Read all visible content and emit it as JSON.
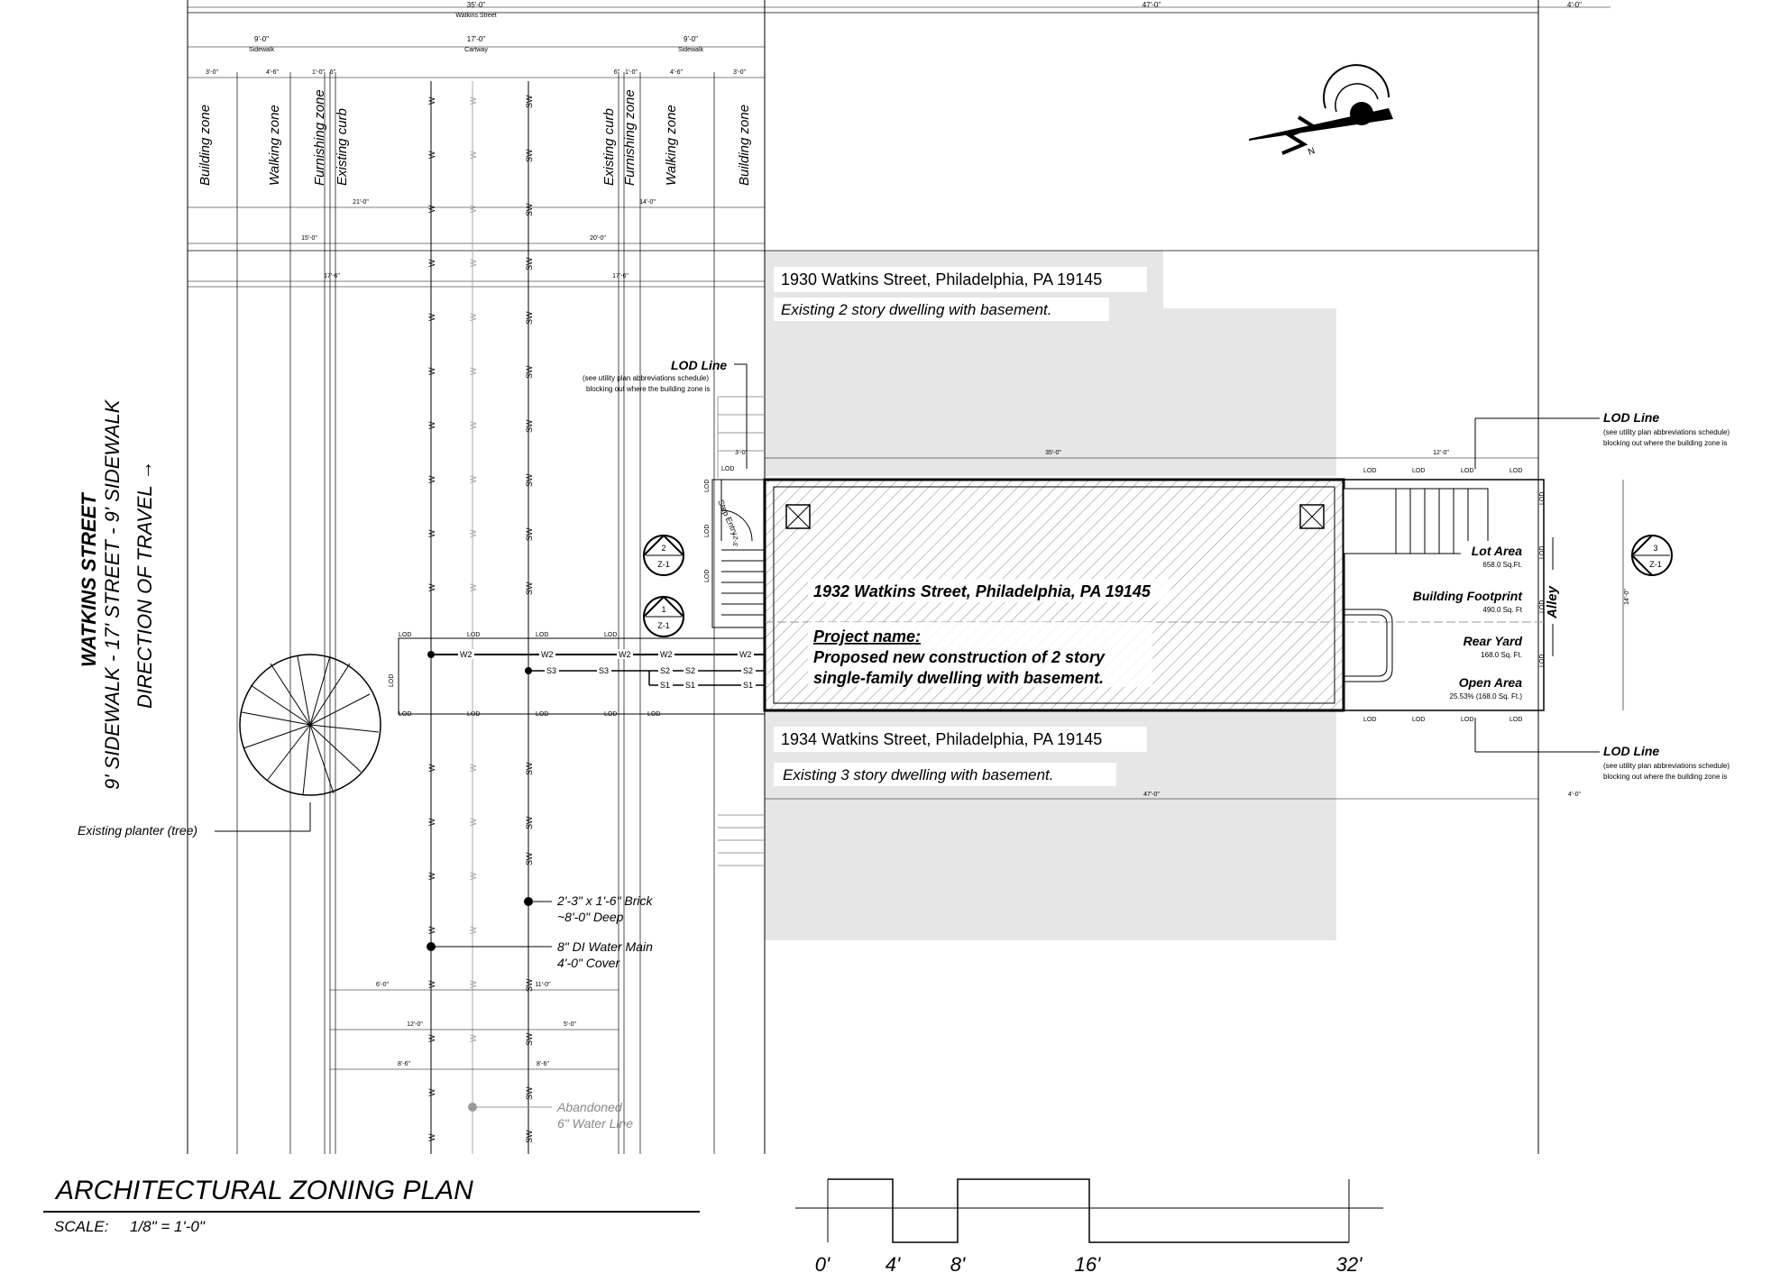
{
  "title": "ARCHITECTURAL ZONING PLAN",
  "scale_label": "SCALE:",
  "scale_value": "1/8\" = 1'-0\"",
  "scale_bar": [
    "0'",
    "4'",
    "8'",
    "16'",
    "32'"
  ],
  "street": {
    "name": "WATKINS STREET",
    "widths": "9' SIDEWALK - 17' STREET - 9' SIDEWALK",
    "direction": "DIRECTION OF TRAVEL →"
  },
  "top_dims": {
    "overall": "35'-0\"",
    "overall_label": "Watkins Street",
    "lot": "47'-0\"",
    "alley": "4'-0\"",
    "sidewalk_left": "9'-0\"",
    "sidewalk_left_label": "Sidewalk",
    "cartway": "17'-0\"",
    "cartway_label": "Cartway",
    "sidewalk_right": "9'-0\"",
    "sidewalk_right_label": "Sidewalk",
    "sub_l1": "3'-0\"",
    "sub_l2": "4'-6\"",
    "sub_l3": "1'-0\"",
    "sub_l4": "6\"",
    "sub_r1": "6\"",
    "sub_r2": "1'-0\"",
    "sub_r3": "4'-6\"",
    "sub_r4": "3'-0\"",
    "row2a": "21'-0\"",
    "row2b": "14'-0\"",
    "row3a": "15'-0\"",
    "row3b": "20'-0\"",
    "row4a": "17'-6\"",
    "row4b": "17'-6\""
  },
  "zones": [
    "Building zone",
    "Walking zone",
    "Furnishing zone",
    "Existing curb",
    "Existing curb",
    "Furnishing zone",
    "Walking zone",
    "Building zone"
  ],
  "neighbors": {
    "north_address": "1930 Watkins Street, Philadelphia, PA 19145",
    "north_desc": "Existing 2 story dwelling with basement.",
    "south_address": "1934 Watkins Street, Philadelphia, PA 19145",
    "south_desc": "Existing 3 story dwelling with basement."
  },
  "project": {
    "address": "1932 Watkins Street, Philadelphia, PA 19145",
    "name_label": "Project name:",
    "line1": "Proposed new construction of 2 story",
    "line2": "single-family dwelling with basement."
  },
  "lod_note": {
    "title": "LOD Line",
    "sub1": "(see utility plan abbreviations schedule)",
    "sub2": "blocking out where the building zone is"
  },
  "lod_tag": "LOD",
  "areas": {
    "lot_label": "Lot Area",
    "lot_value": "658.0 Sq.Ft.",
    "footprint_label": "Building Footprint",
    "footprint_value": "490.0 Sq. Ft",
    "rear_label": "Rear Yard",
    "rear_value": "168.0 Sq. Ft.",
    "open_label": "Open Area",
    "open_value": "25.53% (168.0 Sq. Ft.)"
  },
  "alley_label": "Alley",
  "building_dims": {
    "length": "35'-0\"",
    "stair": "3'-0\"",
    "rear": "12'-0\"",
    "width": "14'-0\"",
    "lot_bottom": "47'-0\"",
    "alley_bottom": "4'-0\""
  },
  "stair_labels": {
    "step_entry": "Step Entry",
    "rise": "3'-2\""
  },
  "sections": [
    {
      "num": "2",
      "sheet": "Z-1"
    },
    {
      "num": "1",
      "sheet": "Z-1"
    },
    {
      "num": "3",
      "sheet": "Z-1"
    }
  ],
  "utility_tags": {
    "w": "W",
    "sw": "SW",
    "w2": "W2",
    "s1": "S1",
    "s2": "S2",
    "s3": "S3"
  },
  "utilities": {
    "brick_line1": "2'-3\" x 1'-6\" Brick",
    "brick_line2": "~8'-0\" Deep",
    "water_line1": "8\" DI Water Main",
    "water_line2": "4'-0\" Cover",
    "abandoned_line1": "Abandoned",
    "abandoned_line2": "6\" Water Line"
  },
  "bottom_dims": {
    "a1": "6'-0\"",
    "a2": "11'-0\"",
    "b1": "12'-0\"",
    "b2": "5'-0\"",
    "c1": "8'-6\"",
    "c2": "8'-6\""
  },
  "tree_label": "Existing planter (tree)"
}
